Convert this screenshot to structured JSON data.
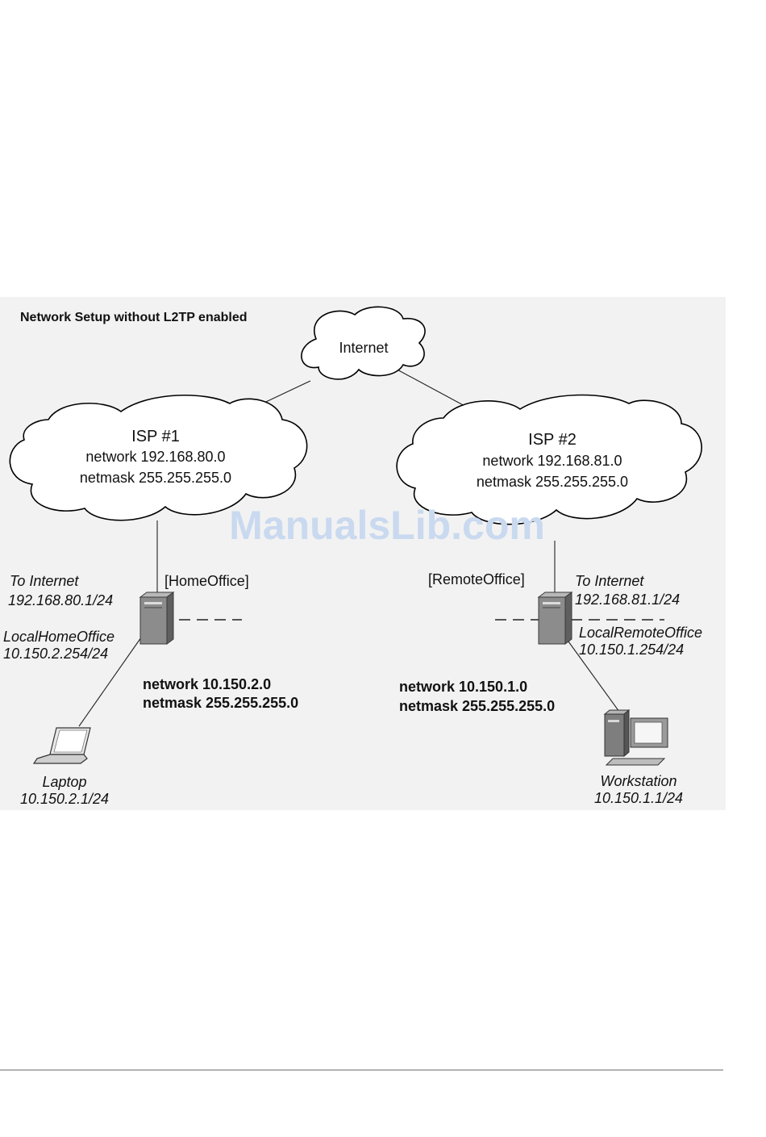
{
  "diagram": {
    "title": "Network Setup without L2TP enabled",
    "watermark": "ManualsLib.com",
    "internet": {
      "label": "Internet"
    },
    "isp1": {
      "name": "ISP #1",
      "network": "network 192.168.80.0",
      "netmask": "netmask 255.255.255.0"
    },
    "isp2": {
      "name": "ISP #2",
      "network": "network 192.168.81.0",
      "netmask": "netmask 255.255.255.0"
    },
    "home_office": {
      "label": "[HomeOffice]",
      "to_internet_label": "To Internet",
      "to_internet_ip": "192.168.80.1/24",
      "local_label": "LocalHomeOffice",
      "local_ip": "10.150.2.254/24",
      "network": "network 10.150.2.0",
      "netmask": "netmask 255.255.255.0"
    },
    "remote_office": {
      "label": "[RemoteOffice]",
      "to_internet_label": "To Internet",
      "to_internet_ip": "192.168.81.1/24",
      "local_label": "LocalRemoteOffice",
      "local_ip": "10.150.1.254/24",
      "network": "network 10.150.1.0",
      "netmask": "netmask 255.255.255.0"
    },
    "laptop": {
      "label": "Laptop",
      "ip": "10.150.2.1/24"
    },
    "workstation": {
      "label": "Workstation",
      "ip": "10.150.1.1/24"
    }
  },
  "colors": {
    "panel_background": "#f2f2f2",
    "watermark": "#c9d9ef",
    "divider": "#999999"
  },
  "icons": [
    "cloud-icon",
    "server-icon",
    "laptop-icon",
    "workstation-icon"
  ]
}
